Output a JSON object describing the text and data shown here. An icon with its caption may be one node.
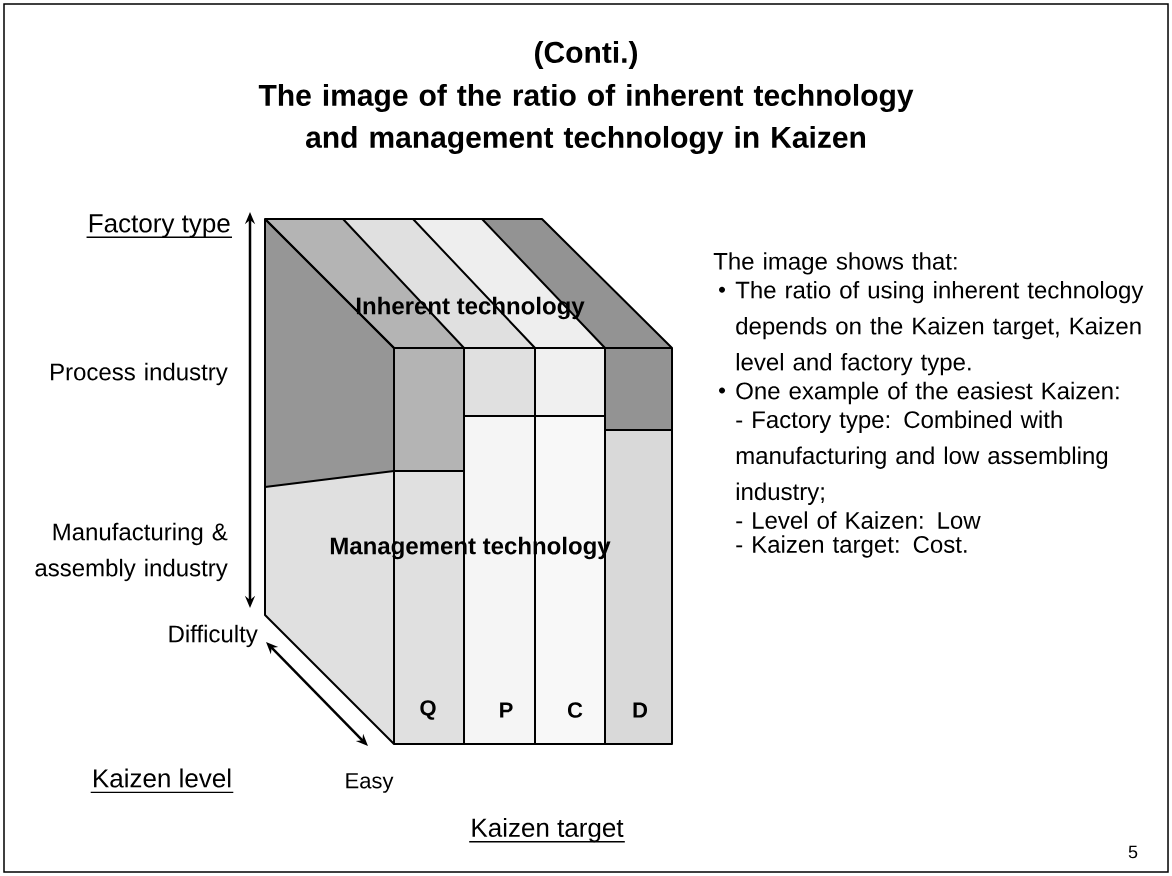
{
  "diagram": {
    "title": "The image of the ratio of inherent technology and management technology in Kaizen",
    "labels": [
      "(Conti.)",
      "Factory type",
      "Inherent technology",
      "The image shows that:",
      "The ratio of using inherent technology depends on the Kaizen target, Kaizen level and factory type.",
      "Process industry",
      "One example of the easiest Kaizen:",
      "Manufacturing & assembly industry",
      "Management technology",
      "- Factory type: Combined with manufacturing and low assembling industry;",
      "Difficulty",
      "- Level of Kaizen: Low",
      "Kaizen level",
      "Q",
      "P",
      "C",
      "D",
      "- Kaizen target: Cost.",
      "Easy",
      "Kaizen target",
      "5"
    ]
  }
}
